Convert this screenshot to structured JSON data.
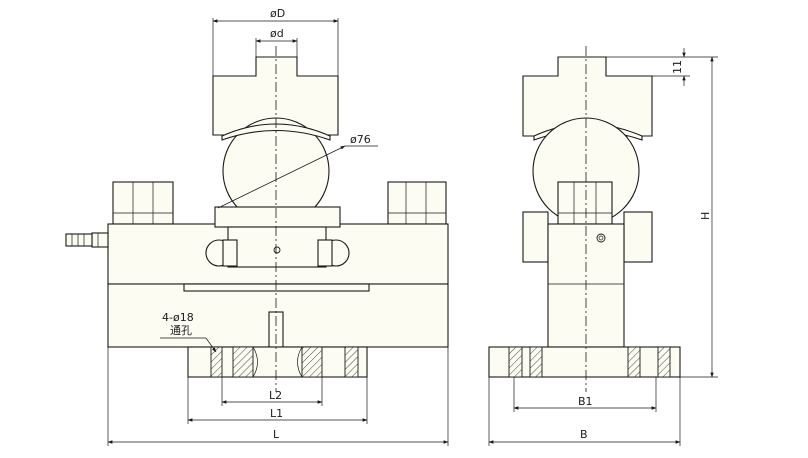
{
  "labels": {
    "phi_D": "øD",
    "phi_d": "ød",
    "phi_76": "ø76",
    "holes_count": "4-ø18",
    "holes_note": "通孔",
    "L2": "L2",
    "L1": "L1",
    "L": "L",
    "B1": "B1",
    "B": "B",
    "H": "H",
    "t": "11"
  }
}
